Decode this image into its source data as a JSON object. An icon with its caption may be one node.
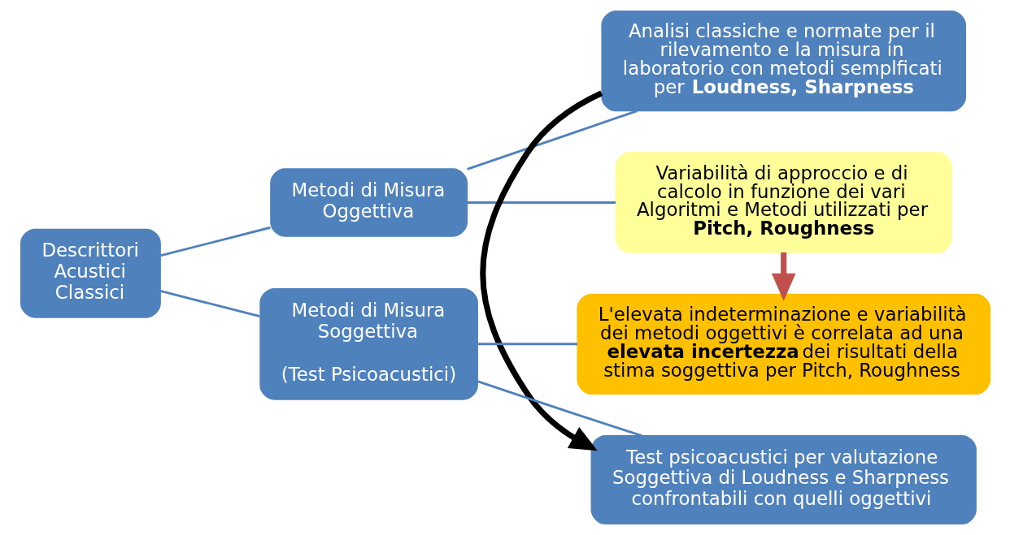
{
  "diagram": {
    "nodes": [
      {
        "text": [
          "Descrittori Acustici Classici"
        ]
      },
      {
        "text": [
          "Metodi di Misura Oggettiva"
        ]
      },
      {
        "text": [
          "Analisi classiche e normate per il rilevamento e la misura in laboratorio con metodi semplficati per **Loudness, Sharpness**"
        ]
      },
      {
        "text": [
          "Variabilità di approccio e di calcolo in funzione dei vari Algoritmi e Metodi utilizzati per **Pitch, Roughness**"
        ]
      },
      {
        "text": [
          "Metodi di Misura Soggettiva",
          "(Test Psicoacustici)"
        ]
      },
      {
        "text": [
          "Test psicoacustici per valutazione Soggettiva di Loudness e Sharpness confrontabili con quelli oggettivi"
        ]
      },
      {
        "text": [
          "L'elevata indeterminazione e variabilità dei metodi oggettivi è correlata ad una **elevata incertezza** dei risultati della stima soggettiva per Pitch, Roughness"
        ]
      }
    ],
    "edges": [
      {
        "from": 0,
        "to": 1,
        "arrow": "none"
      },
      {
        "from": 0,
        "to": 4,
        "arrow": "none"
      },
      {
        "from": 1,
        "to": 2,
        "arrow": "none"
      },
      {
        "from": 1,
        "to": 3,
        "arrow": "none"
      },
      {
        "from": 4,
        "to": 5,
        "arrow": "none"
      },
      {
        "from": 4,
        "to": 6,
        "arrow": "none"
      },
      {
        "from": 2,
        "to": 5,
        "arrow": "to",
        "style": "thick",
        "color": "#000000"
      },
      {
        "from": 3,
        "to": 6,
        "arrow": "to",
        "style": "thick",
        "color": "#c0504d"
      }
    ]
  }
}
